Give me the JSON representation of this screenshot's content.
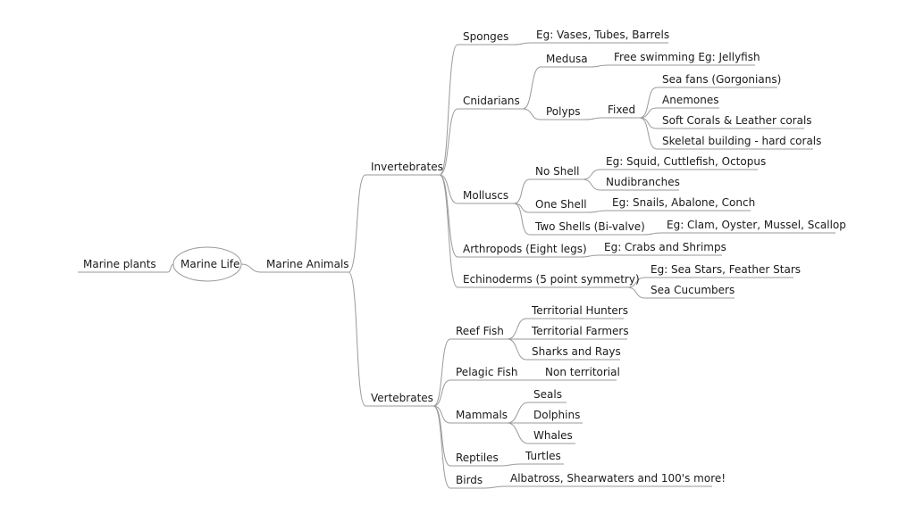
{
  "diagram": {
    "title": "",
    "central": "Marine Life",
    "nodes": [
      {
        "id": "marine-plants",
        "label": "Marine plants"
      },
      {
        "id": "marine-life",
        "label": "Marine Life",
        "central": true
      },
      {
        "id": "marine-animals",
        "label": "Marine Animals"
      },
      {
        "id": "invertebrates",
        "label": "Invertebrates"
      },
      {
        "id": "vertebrates",
        "label": "Vertebrates"
      },
      {
        "id": "sponges",
        "label": "Sponges"
      },
      {
        "id": "sponges-eg",
        "label": "Eg: Vases, Tubes, Barrels"
      },
      {
        "id": "cnidarians",
        "label": "Cnidarians"
      },
      {
        "id": "medusa",
        "label": "Medusa"
      },
      {
        "id": "free-swimming",
        "label": "Free swimming Eg: Jellyfish"
      },
      {
        "id": "polyps",
        "label": "Polyps"
      },
      {
        "id": "fixed",
        "label": "Fixed"
      },
      {
        "id": "sea-fans",
        "label": "Sea fans (Gorgonians)"
      },
      {
        "id": "anemones",
        "label": "Anemones"
      },
      {
        "id": "soft-corals",
        "label": "Soft Corals & Leather corals"
      },
      {
        "id": "skeletal-building",
        "label": "Skeletal building - hard corals"
      },
      {
        "id": "molluscs",
        "label": "Molluscs"
      },
      {
        "id": "no-shell",
        "label": "No Shell"
      },
      {
        "id": "no-shell-eg",
        "label": "Eg: Squid, Cuttlefish, Octopus"
      },
      {
        "id": "nudibranches",
        "label": "Nudibranches"
      },
      {
        "id": "one-shell",
        "label": "One Shell"
      },
      {
        "id": "one-shell-eg",
        "label": "Eg: Snails, Abalone, Conch"
      },
      {
        "id": "two-shells",
        "label": "Two Shells (Bi-valve)"
      },
      {
        "id": "two-shells-eg",
        "label": "Eg: Clam, Oyster, Mussel, Scallop"
      },
      {
        "id": "arthropods",
        "label": "Arthropods (Eight legs)"
      },
      {
        "id": "arthropods-eg",
        "label": "Eg: Crabs and Shrimps"
      },
      {
        "id": "echinoderms",
        "label": "Echinoderms (5 point symmetry)"
      },
      {
        "id": "echinoderms-eg",
        "label": "Eg: Sea Stars, Feather Stars"
      },
      {
        "id": "sea-cucumbers",
        "label": "Sea Cucumbers"
      },
      {
        "id": "reef-fish",
        "label": "Reef Fish"
      },
      {
        "id": "territorial-hunters",
        "label": "Territorial Hunters"
      },
      {
        "id": "territorial-farmers",
        "label": "Territorial Farmers"
      },
      {
        "id": "sharks-rays",
        "label": "Sharks and Rays"
      },
      {
        "id": "pelagic-fish",
        "label": "Pelagic Fish"
      },
      {
        "id": "non-territorial",
        "label": "Non territorial"
      },
      {
        "id": "mammals",
        "label": "Mammals"
      },
      {
        "id": "seals",
        "label": "Seals"
      },
      {
        "id": "dolphins",
        "label": "Dolphins"
      },
      {
        "id": "whales",
        "label": "Whales"
      },
      {
        "id": "reptiles",
        "label": "Reptiles"
      },
      {
        "id": "turtles",
        "label": "Turtles"
      },
      {
        "id": "birds",
        "label": "Birds"
      },
      {
        "id": "birds-eg",
        "label": "Albatross, Shearwaters and 100's more!"
      }
    ],
    "edges": [
      [
        "marine-life",
        "marine-plants"
      ],
      [
        "marine-life",
        "marine-animals"
      ],
      [
        "marine-animals",
        "invertebrates"
      ],
      [
        "marine-animals",
        "vertebrates"
      ],
      [
        "invertebrates",
        "sponges"
      ],
      [
        "sponges",
        "sponges-eg"
      ],
      [
        "invertebrates",
        "cnidarians"
      ],
      [
        "cnidarians",
        "medusa"
      ],
      [
        "medusa",
        "free-swimming"
      ],
      [
        "cnidarians",
        "polyps"
      ],
      [
        "polyps",
        "fixed"
      ],
      [
        "fixed",
        "sea-fans"
      ],
      [
        "fixed",
        "anemones"
      ],
      [
        "fixed",
        "soft-corals"
      ],
      [
        "fixed",
        "skeletal-building"
      ],
      [
        "invertebrates",
        "molluscs"
      ],
      [
        "molluscs",
        "no-shell"
      ],
      [
        "no-shell",
        "no-shell-eg"
      ],
      [
        "no-shell",
        "nudibranches"
      ],
      [
        "molluscs",
        "one-shell"
      ],
      [
        "one-shell",
        "one-shell-eg"
      ],
      [
        "molluscs",
        "two-shells"
      ],
      [
        "two-shells",
        "two-shells-eg"
      ],
      [
        "invertebrates",
        "arthropods"
      ],
      [
        "arthropods",
        "arthropods-eg"
      ],
      [
        "invertebrates",
        "echinoderms"
      ],
      [
        "echinoderms",
        "echinoderms-eg"
      ],
      [
        "echinoderms",
        "sea-cucumbers"
      ],
      [
        "vertebrates",
        "reef-fish"
      ],
      [
        "reef-fish",
        "territorial-hunters"
      ],
      [
        "reef-fish",
        "territorial-farmers"
      ],
      [
        "reef-fish",
        "sharks-rays"
      ],
      [
        "vertebrates",
        "pelagic-fish"
      ],
      [
        "pelagic-fish",
        "non-territorial"
      ],
      [
        "vertebrates",
        "mammals"
      ],
      [
        "mammals",
        "seals"
      ],
      [
        "mammals",
        "dolphins"
      ],
      [
        "mammals",
        "whales"
      ],
      [
        "vertebrates",
        "reptiles"
      ],
      [
        "reptiles",
        "turtles"
      ],
      [
        "vertebrates",
        "birds"
      ],
      [
        "birds",
        "birds-eg"
      ]
    ],
    "colors": {
      "line": "#9a9a9a",
      "text": "#1a1a1a",
      "background": "#ffffff"
    }
  }
}
